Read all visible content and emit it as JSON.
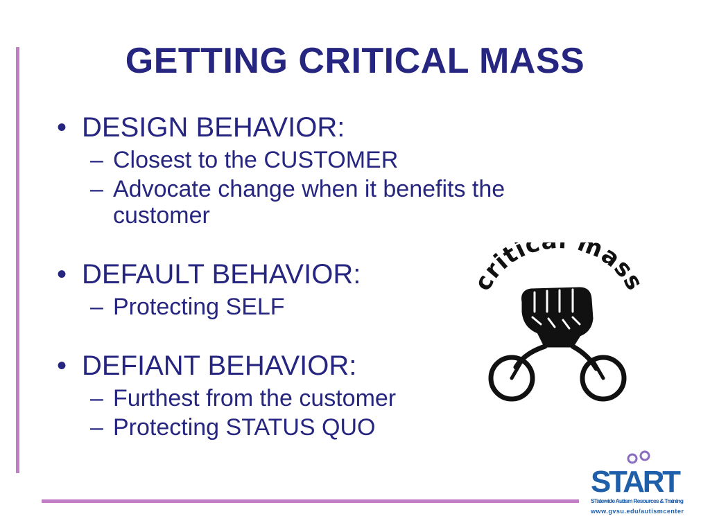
{
  "slide": {
    "title": "GETTING CRITICAL MASS",
    "sections": [
      {
        "heading": "DESIGN BEHAVIOR:",
        "items": [
          "Closest to the CUSTOMER",
          "Advocate change when it benefits the customer"
        ]
      },
      {
        "heading": "DEFAULT BEHAVIOR:",
        "items": [
          "Protecting SELF"
        ]
      },
      {
        "heading": "DEFIANT BEHAVIOR:",
        "items": [
          "Furthest from the customer",
          "Protecting STATUS QUO"
        ]
      }
    ],
    "bullet_glyph": "•",
    "dash_glyph": "–"
  },
  "critical_mass_logo": {
    "text": "critical mass",
    "icon": "fist-bicycle-icon"
  },
  "start_logo": {
    "name": "START",
    "tagline": "STatewide Autism Resources & Training",
    "url": "www.gvsu.edu/autismcenter",
    "colors": {
      "blue": "#1f5ea8",
      "purple": "#8a6cc0"
    }
  },
  "colors": {
    "text": "#262680",
    "accent_bar": "#c27ec4"
  }
}
